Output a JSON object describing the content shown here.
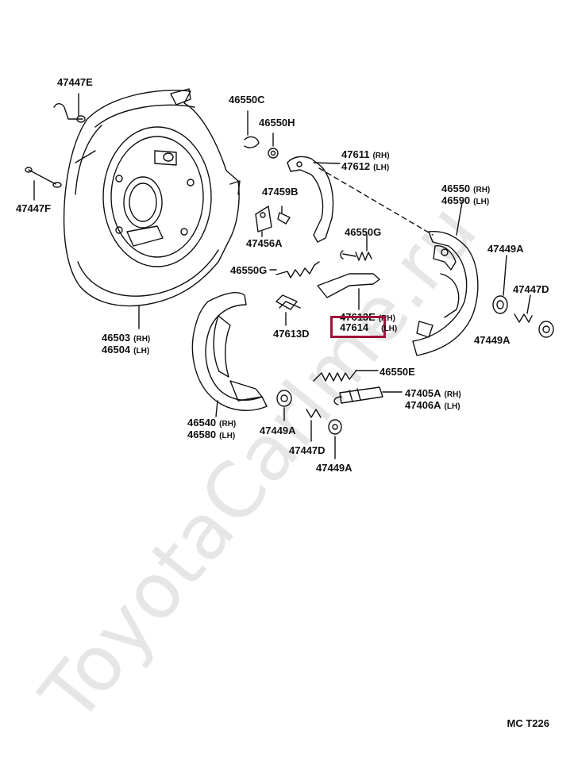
{
  "watermark": "ToyotaCarlme.ru",
  "diagram_code": "MC  T226",
  "highlight_color": "#a0123a",
  "labels": {
    "l47447E": {
      "num": "47447E",
      "sfx": ""
    },
    "l47447F": {
      "num": "47447F",
      "sfx": ""
    },
    "l46503": {
      "num": "46503",
      "sfx": "(RH)"
    },
    "l46504": {
      "num": "46504",
      "sfx": "(LH)"
    },
    "l46550C": {
      "num": "46550C",
      "sfx": ""
    },
    "l46550H": {
      "num": "46550H",
      "sfx": ""
    },
    "l47611": {
      "num": "47611",
      "sfx": "(RH)"
    },
    "l47612": {
      "num": "47612",
      "sfx": "(LH)"
    },
    "l47459B": {
      "num": "47459B",
      "sfx": ""
    },
    "l47456A": {
      "num": "47456A",
      "sfx": ""
    },
    "l46550G_a": {
      "num": "46550G",
      "sfx": ""
    },
    "l46550G_b": {
      "num": "46550G",
      "sfx": ""
    },
    "l46550": {
      "num": "46550",
      "sfx": "(RH)"
    },
    "l46590": {
      "num": "46590",
      "sfx": "(LH)"
    },
    "l47449A_a": {
      "num": "47449A",
      "sfx": ""
    },
    "l47447D_a": {
      "num": "47447D",
      "sfx": ""
    },
    "l47449A_b": {
      "num": "47449A",
      "sfx": ""
    },
    "l47613E": {
      "num": "47613E",
      "sfx": "(RH)"
    },
    "l47614": {
      "num": "47614",
      "sfx": "(LH)"
    },
    "l47613D": {
      "num": "47613D",
      "sfx": ""
    },
    "l46550E": {
      "num": "46550E",
      "sfx": ""
    },
    "l47405A": {
      "num": "47405A",
      "sfx": "(RH)"
    },
    "l47406A": {
      "num": "47406A",
      "sfx": "(LH)"
    },
    "l46540": {
      "num": "46540",
      "sfx": "(RH)"
    },
    "l46580": {
      "num": "46580",
      "sfx": "(LH)"
    },
    "l47449A_c": {
      "num": "47449A",
      "sfx": ""
    },
    "l47447D_b": {
      "num": "47447D",
      "sfx": ""
    },
    "l47449A_d": {
      "num": "47449A",
      "sfx": ""
    }
  }
}
